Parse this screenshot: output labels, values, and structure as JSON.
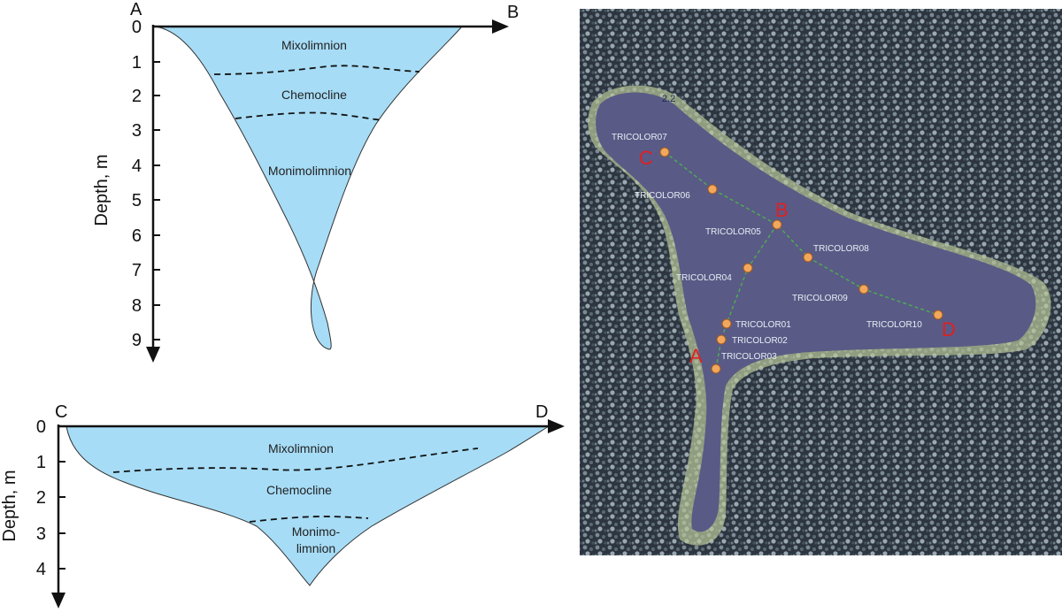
{
  "top_profile": {
    "start_label": "A",
    "end_label": "B",
    "y_axis_label": "Depth, m",
    "y_ticks": [
      "0",
      "1",
      "2",
      "3",
      "4",
      "5",
      "6",
      "7",
      "8",
      "9"
    ],
    "layers": [
      "Mixolimnion",
      "Chemocline",
      "Monimolimnion"
    ]
  },
  "bottom_profile": {
    "start_label": "C",
    "end_label": "D",
    "y_axis_label": "Depth, m",
    "y_ticks": [
      "0",
      "1",
      "2",
      "3",
      "4"
    ],
    "layers": [
      "Mixolimnion",
      "Chemocline",
      "Monimo-",
      "limnion"
    ]
  },
  "map": {
    "contour_value": "2.2",
    "stations": [
      "TRICOLOR01",
      "TRICOLOR02",
      "TRICOLOR03",
      "TRICOLOR04",
      "TRICOLOR05",
      "TRICOLOR06",
      "TRICOLOR07",
      "TRICOLOR08",
      "TRICOLOR09",
      "TRICOLOR10"
    ],
    "letters": [
      "A",
      "B",
      "C",
      "D"
    ]
  },
  "colors": {
    "water": "#a6dcf6",
    "map_lake": "#5a5a86",
    "forest_dark": "#2b3440",
    "transect": "#4caf50",
    "station": "#f2a85c",
    "letter": "#e02020"
  }
}
